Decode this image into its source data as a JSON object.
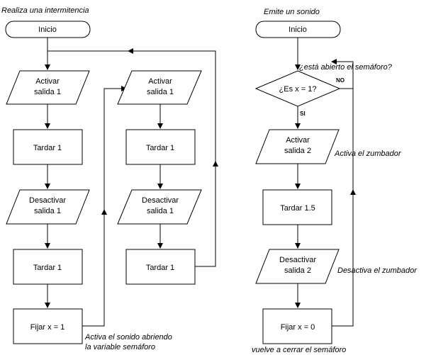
{
  "left_flow": {
    "title": "Realiza una intermitencia",
    "start": "Inicio",
    "col1": {
      "activate": [
        "Activar",
        "salida 1"
      ],
      "delay1": "Tardar 1",
      "deactivate": [
        "Desactivar",
        "salida 1"
      ],
      "delay2": "Tardar 1",
      "set_x": "Fijar x = 1"
    },
    "col2": {
      "activate": [
        "Activar",
        "salida 1"
      ],
      "delay1": "Tardar 1",
      "deactivate": [
        "Desactivar",
        "salida 1"
      ],
      "delay2": "Tardar 1"
    },
    "note": [
      "Activa el sonido abriendo",
      "la variable semáforo"
    ]
  },
  "right_flow": {
    "title": "Emite un sonido",
    "start": "Inicio",
    "question_note": "¿está abierto el semáforo?",
    "decision": "¿Es x = 1?",
    "no_label": "NO",
    "yes_label": "SI",
    "activate": [
      "Activar",
      "salida 2"
    ],
    "activate_note": "Activa el zumbador",
    "delay": "Tardar 1.5",
    "deactivate": [
      "Desactivar",
      "salida 2"
    ],
    "deactivate_note": "Desactiva el zumbador",
    "set_x": "Fijar x = 0",
    "bottom_note": "vuelve a cerrar el semáforo"
  }
}
